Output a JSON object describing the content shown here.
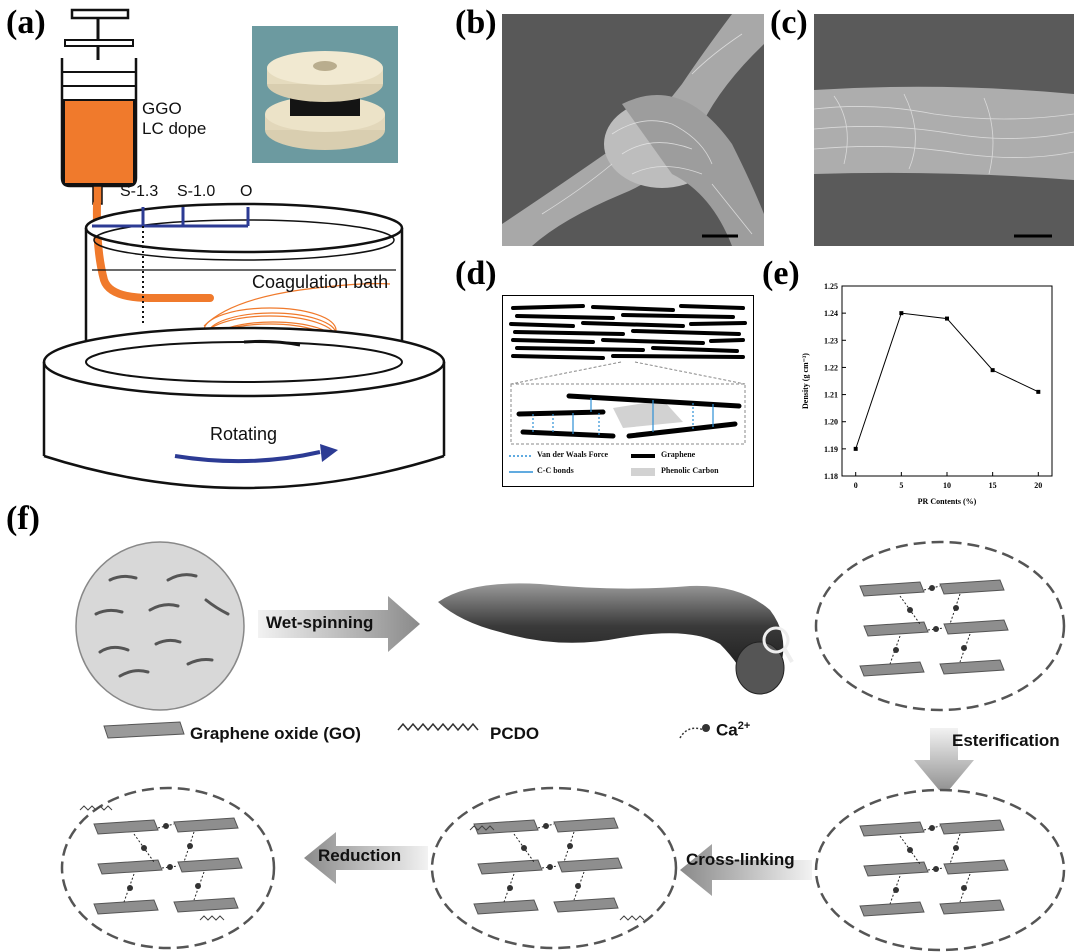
{
  "figure": {
    "panels": {
      "a": {
        "label": "(a)",
        "syringe_text_1": "GGO",
        "syringe_text_2": "LC dope",
        "marker_1": "S-1.3",
        "marker_2": "S-1.0",
        "marker_3": "O",
        "bath_label": "Coagulation bath",
        "rotating_label": "Rotating"
      },
      "b": {
        "label": "(b)"
      },
      "c": {
        "label": "(c)"
      },
      "d": {
        "label": "(d)",
        "legend": {
          "vdw": "Van der Waals Force",
          "graphene": "Graphene",
          "cc": "C-C bonds",
          "phenolic": "Phenolic Carbon"
        }
      },
      "e": {
        "label": "(e)"
      },
      "f": {
        "label": "(f)",
        "wet_spinning": "Wet-spinning",
        "esterification": "Esterification",
        "cross_linking": "Cross-linking",
        "reduction": "Reduction",
        "legend_go": "Graphene oxide (GO)",
        "legend_pcdo": "PCDO",
        "legend_ca": "Ca",
        "legend_ca_sup": "2+"
      }
    }
  },
  "chart_data": {
    "type": "line",
    "x": [
      0,
      5,
      10,
      15,
      20
    ],
    "values": [
      1.19,
      1.24,
      1.238,
      1.219,
      1.211
    ],
    "xlabel": "PR Contents (%)",
    "ylabel": "Density (g cm⁻³)",
    "xlim": [
      -1.5,
      21.5
    ],
    "ylim": [
      1.18,
      1.25
    ],
    "xticks": [
      "0",
      "5",
      "10",
      "15",
      "20"
    ],
    "yticks": [
      "1.18",
      "1.19",
      "1.20",
      "1.21",
      "1.22",
      "1.23",
      "1.24",
      "1.25"
    ],
    "grid": false,
    "colors": {
      "line": "#000000"
    }
  }
}
